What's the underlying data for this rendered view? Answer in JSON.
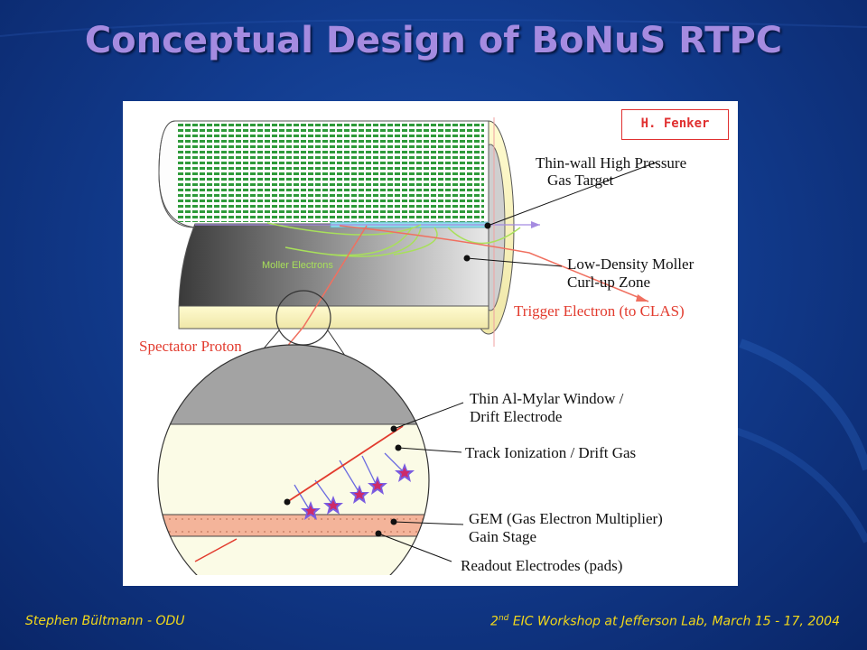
{
  "slide": {
    "title": "Conceptual Design of BoNuS RTPC",
    "footer_author": "Stephen Bültmann - ODU",
    "footer_event_ordinal": "2",
    "footer_event_superscript": "nd",
    "footer_event_rest": " EIC Workshop at Jefferson Lab, March 15 - 17, 2004"
  },
  "diagram": {
    "credit": "H. Fenker",
    "labels": {
      "target_line1": "Thin-wall High Pressure",
      "target_line2": "Gas Target",
      "moller_line1": "Low-Density Moller",
      "moller_line2": "Curl-up Zone",
      "trigger": "Trigger Electron (to CLAS)",
      "spectator": "Spectator Proton",
      "moller_electrons": "Moller Electrons",
      "window_line1": "Thin Al-Mylar Window /",
      "window_line2": "Drift Electrode",
      "track": "Track Ionization / Drift Gas",
      "gem_line1": "GEM (Gas Electron Multiplier)",
      "gem_line2": "Gain Stage",
      "readout": "Readout Electrodes (pads)"
    }
  },
  "colors": {
    "title": "#a58be0",
    "footer": "#f2d81a",
    "red_track": "#e23b2e",
    "pad_green": "#2e9a3a",
    "moller_green": "#a8e05a",
    "cyan_axis": "#6fd6e8",
    "star_magenta": "#cc2b6a",
    "star_violet": "#7a5ce0"
  }
}
